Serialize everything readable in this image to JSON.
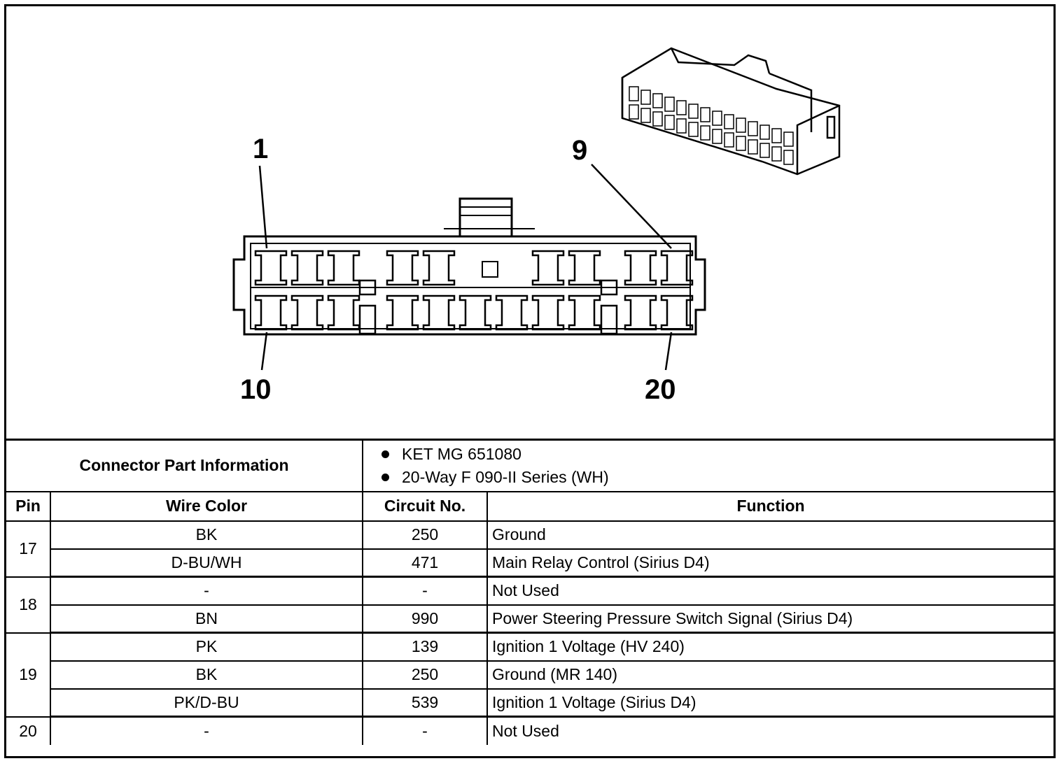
{
  "pin_labels": {
    "top_left": "1",
    "top_right": "9",
    "bottom_left": "10",
    "bottom_right": "20"
  },
  "connector_info": {
    "label": "Connector Part Information",
    "items": [
      "KET MG 651080",
      "20-Way F 090-II Series (WH)"
    ]
  },
  "columns": {
    "pin": "Pin",
    "wire_color": "Wire Color",
    "circuit": "Circuit No.",
    "function": "Function"
  },
  "pins": [
    {
      "pin": "17",
      "rows": [
        {
          "wire_color": "BK",
          "circuit": "250",
          "function": "Ground"
        },
        {
          "wire_color": "D-BU/WH",
          "circuit": "471",
          "function": "Main Relay Control (Sirius D4)"
        }
      ]
    },
    {
      "pin": "18",
      "rows": [
        {
          "wire_color": "-",
          "circuit": "-",
          "function": "Not Used"
        },
        {
          "wire_color": "BN",
          "circuit": "990",
          "function": "Power Steering Pressure Switch Signal (Sirius D4)"
        }
      ]
    },
    {
      "pin": "19",
      "rows": [
        {
          "wire_color": "PK",
          "circuit": "139",
          "function": "Ignition 1 Voltage (HV 240)"
        },
        {
          "wire_color": "BK",
          "circuit": "250",
          "function": "Ground (MR 140)"
        },
        {
          "wire_color": "PK/D-BU",
          "circuit": "539",
          "function": "Ignition 1 Voltage (Sirius D4)"
        }
      ]
    },
    {
      "pin": "20",
      "rows": [
        {
          "wire_color": "-",
          "circuit": "-",
          "function": "Not Used"
        }
      ]
    }
  ]
}
